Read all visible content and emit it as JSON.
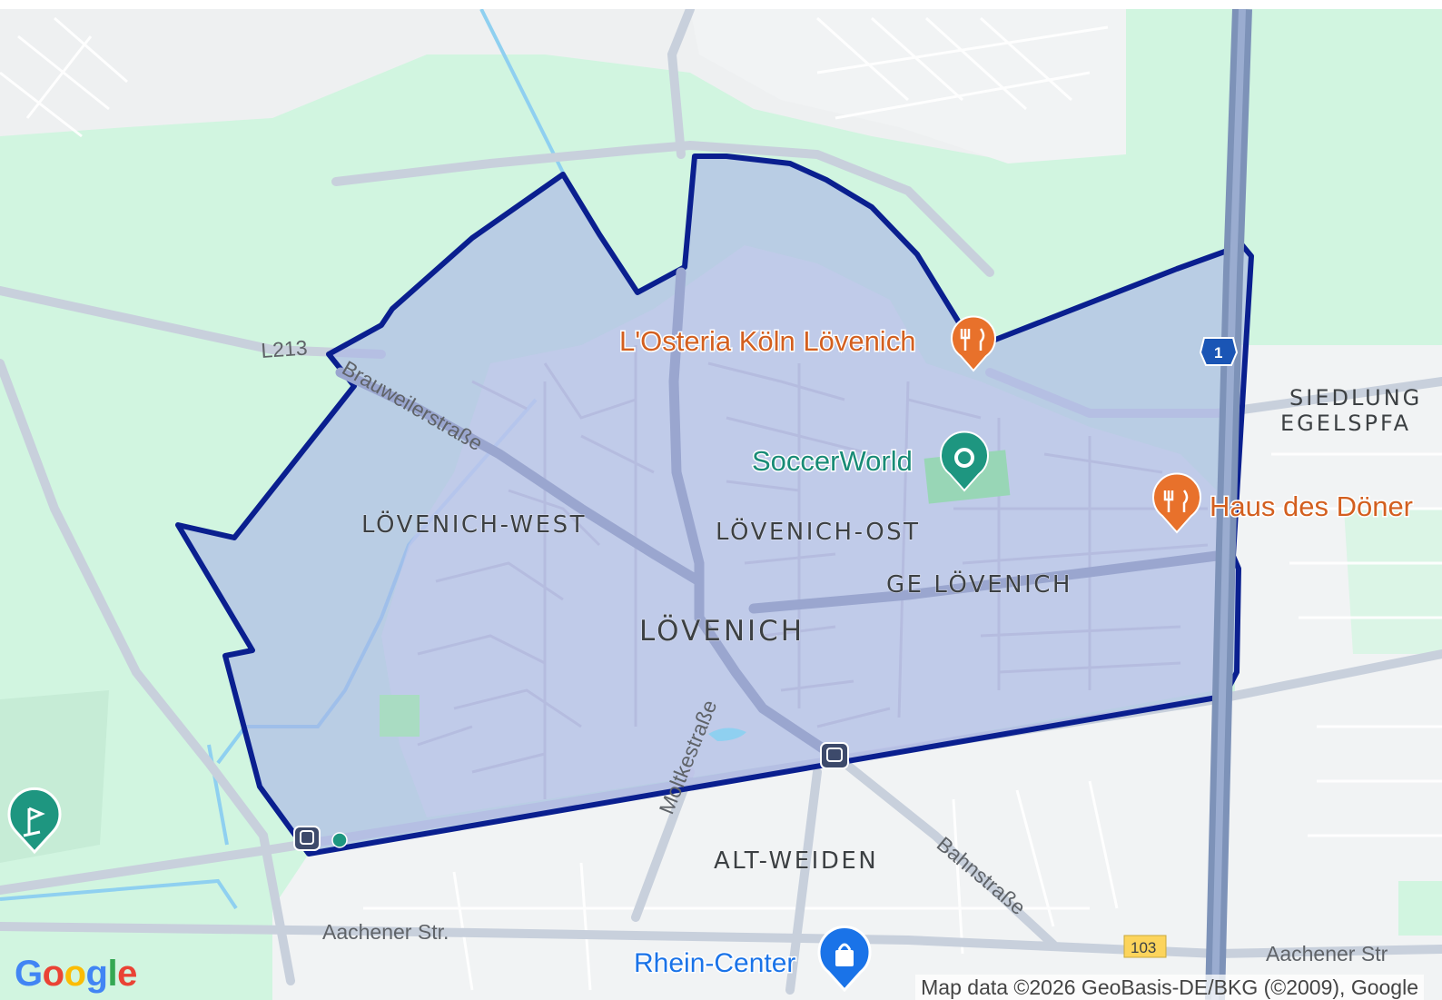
{
  "map": {
    "colors": {
      "park": "#d1f5e0",
      "urban": "#f1f3f4",
      "highlight_fill": "#aab4e6",
      "highlight_stroke": "#0a1f8f",
      "road": "#c2cad6",
      "highway": "#7d92b8",
      "water": "#8fd0f0",
      "poi_orange": "#e8712b",
      "poi_green": "#1e9680",
      "poi_blue": "#1a73e8"
    },
    "districts": {
      "loevenich_west": "LÖVENICH-WEST",
      "loevenich_ost": "LÖVENICH-OST",
      "ge_loevenich": "GE LÖVENICH",
      "loevenich": "LÖVENICH",
      "alt_weiden": "ALT-WEIDEN",
      "siedlung_line1": "SIEDLUNG",
      "siedlung_line2": "EGELSPFA"
    },
    "streets": {
      "l213": "L213",
      "brauweilerstrasse": "Brauweilerstraße",
      "moltkestrasse": "Moltkestraße",
      "bahnstrasse": "Bahnstraße",
      "aachener_str_left": "Aachener Str.",
      "aachener_str_right": "Aachener Str"
    },
    "road_shields": {
      "autobahn": "1",
      "b103": "103"
    },
    "pois": {
      "osteria": {
        "label": "L'Osteria Köln Lövenich",
        "icon": "restaurant-icon"
      },
      "soccerworld": {
        "label": "SoccerWorld",
        "icon": "sports-icon"
      },
      "haus_des_doener": {
        "label": "Haus des Döner",
        "icon": "restaurant-icon"
      },
      "rhein_center": {
        "label": "Rhein-Center",
        "icon": "shopping-bag-icon"
      },
      "golf": {
        "label": "",
        "icon": "golf-icon"
      },
      "transit_west": {
        "icon": "tram-icon"
      },
      "transit_center": {
        "icon": "tram-icon"
      }
    },
    "attribution": "Map data ©2026 GeoBasis-DE/BKG (©2009), Google",
    "logo_text": "Google"
  }
}
